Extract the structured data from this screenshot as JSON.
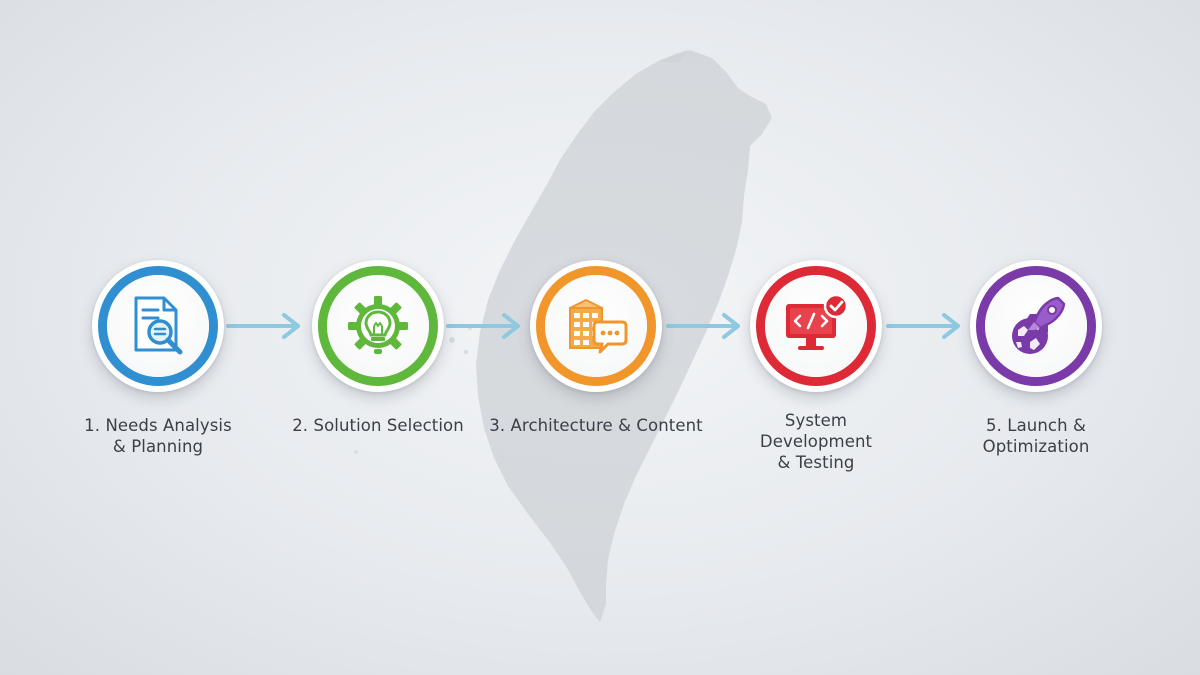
{
  "colors": {
    "step1": "#2f8fd0",
    "step2": "#5fb83b",
    "step3": "#f0962a",
    "step4": "#dd2a36",
    "step5": "#7a3aa8",
    "arrow": "#8ec9e0"
  },
  "steps": [
    {
      "label_lines": [
        "1. Needs Analysis",
        "& Planning"
      ],
      "icon": "document-search-icon"
    },
    {
      "label_lines": [
        "2. Solution Selection"
      ],
      "icon": "gear-lightbulb-icon"
    },
    {
      "label_lines": [
        "3. Architecture & Content"
      ],
      "icon": "building-chat-icon"
    },
    {
      "label_lines": [
        "System",
        "Development",
        "& Testing"
      ],
      "icon": "code-monitor-check-icon"
    },
    {
      "label_lines": [
        "5. Launch &",
        "Optimization"
      ],
      "icon": "rocket-globe-icon"
    }
  ]
}
